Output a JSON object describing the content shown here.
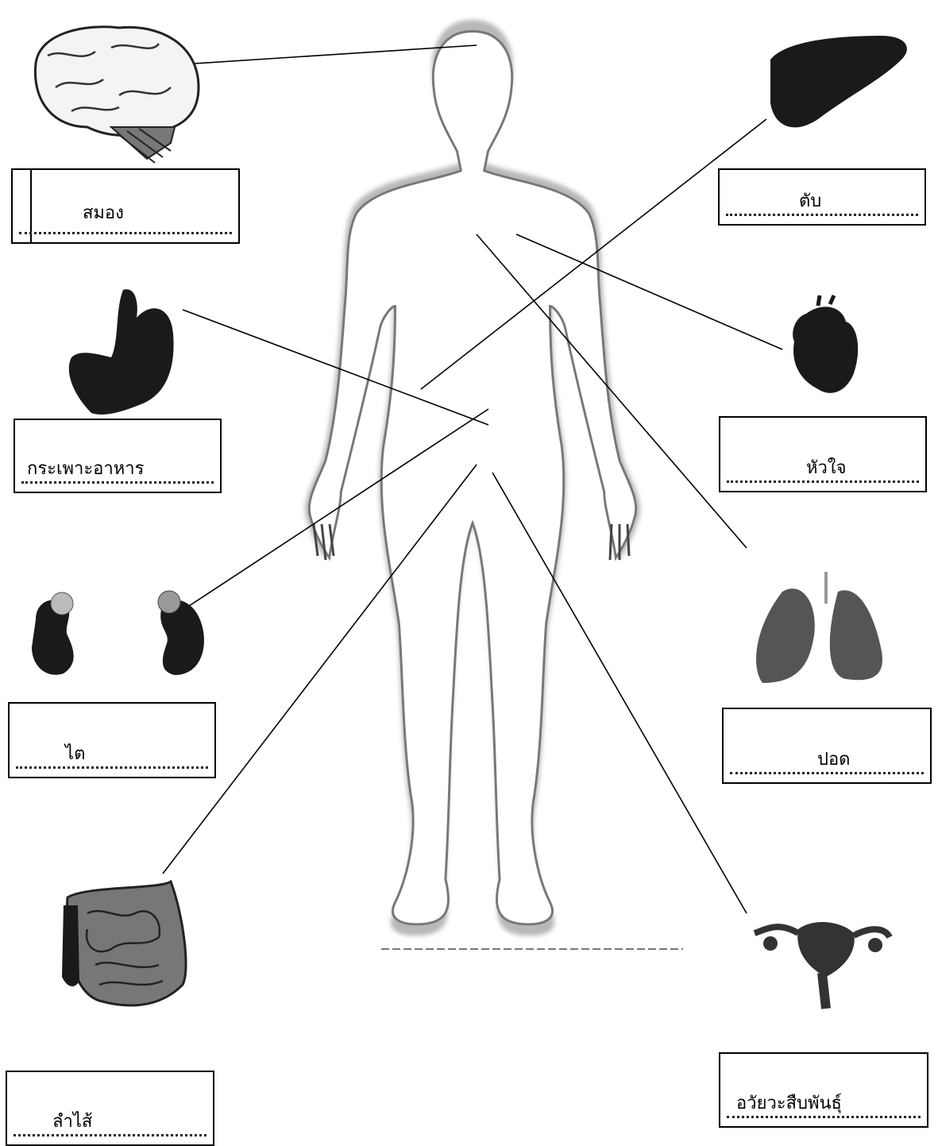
{
  "labels": {
    "brain": "สมอง",
    "liver": "ตับ",
    "stomach": "กระเพาะอาหาร",
    "heart": "หัวใจ",
    "kidney": "ไต",
    "lungs": "ปอด",
    "intestine": "ลำไส้",
    "reproductive": "อวัยวะสืบพันธุ์"
  },
  "colors": {
    "ink": "#000000",
    "organ": "#1a1a1a",
    "body_outline": "#555555"
  }
}
